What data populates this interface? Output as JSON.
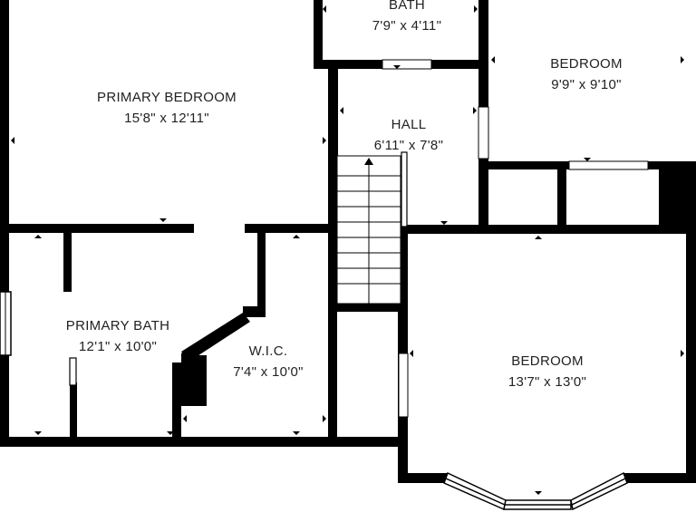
{
  "colors": {
    "wall": "#000000",
    "floor": "#ffffff",
    "text": "#222222",
    "window": "#ffffff"
  },
  "rooms": {
    "bath_top": {
      "name": "BATH",
      "dims": "7'9\" x 4'11\""
    },
    "primary_bedroom": {
      "name": "PRIMARY BEDROOM",
      "dims": "15'8\" x 12'11\""
    },
    "bedroom_top_right": {
      "name": "BEDROOM",
      "dims": "9'9\" x 9'10\""
    },
    "hall": {
      "name": "HALL",
      "dims": "6'11\" x 7'8\""
    },
    "primary_bath": {
      "name": "PRIMARY BATH",
      "dims": "12'1\" x 10'0\""
    },
    "wic": {
      "name": "W.I.C.",
      "dims": "7'4\" x 10'0\""
    },
    "bedroom_bottom_right": {
      "name": "BEDROOM",
      "dims": "13'7\" x 13'0\""
    }
  },
  "icons": {
    "stair_arrow": "arrow-up-icon"
  }
}
